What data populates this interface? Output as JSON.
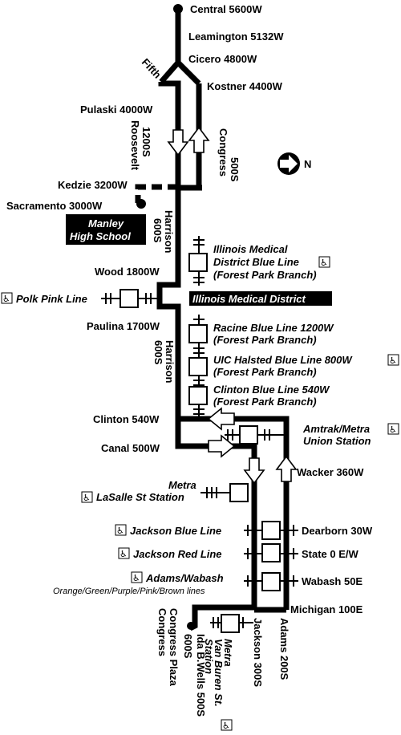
{
  "compass": {
    "label": "N"
  },
  "accessibility_symbol": "♿",
  "streets": {
    "central": "Central 5600W",
    "leamington": "Leamington 5132W",
    "cicero": "Cicero 4800W",
    "fifth": "Fifth",
    "kostner": "Kostner 4400W",
    "pulaski": "Pulaski 4000W",
    "roosevelt_1": "Roosevelt",
    "roosevelt_2": "1200S",
    "congress_top_1": "Congress",
    "congress_top_2": "500S",
    "kedzie": "Kedzie 3200W",
    "sacramento": "Sacramento 3000W",
    "harrison_1a": "Harrison",
    "harrison_1b": "600S",
    "wood": "Wood 1800W",
    "paulina": "Paulina 1700W",
    "harrison_2a": "Harrison",
    "harrison_2b": "600S",
    "clinton": "Clinton 540W",
    "canal": "Canal 500W",
    "wacker": "Wacker 360W",
    "dearborn": "Dearborn 30W",
    "state": "State 0 E/W",
    "wabash": "Wabash 50E",
    "michigan": "Michigan 100E",
    "congress_plaza_a": "Congress",
    "congress_plaza_b": "Congress Plaza",
    "ida_a": "600S",
    "ida_b": "Ida B.Wells 500S",
    "jackson_300": "Jackson 300S",
    "adams_200": "Adams 200S"
  },
  "landmarks": {
    "manley_1": "Manley",
    "manley_2": "High School",
    "imd": "Illinois Medical District"
  },
  "stations": {
    "imd_blue_1": "Illinois Medical",
    "imd_blue_2": "District Blue Line",
    "imd_blue_3": "(Forest Park Branch)",
    "polk": "Polk Pink Line",
    "racine_1": "Racine Blue Line 1200W",
    "racine_2": "(Forest Park Branch)",
    "uic_1": "UIC Halsted Blue Line 800W",
    "uic_2": "(Forest Park Branch)",
    "clinton_blue_1": "Clinton Blue Line 540W",
    "clinton_blue_2": "(Forest Park Branch)",
    "union_1": "Amtrak/Metra",
    "union_2": "Union Station",
    "lasalle_1": "Metra",
    "lasalle_2": "LaSalle St Station",
    "jackson_blue": "Jackson Blue Line",
    "jackson_red": "Jackson Red Line",
    "adams_wabash": "Adams/Wabash",
    "adams_wabash_lines": "Orange/Green/Purple/Pink/Brown lines",
    "vanburen_1": "Metra",
    "vanburen_2": "Van Buren St.",
    "vanburen_3": "Station"
  }
}
